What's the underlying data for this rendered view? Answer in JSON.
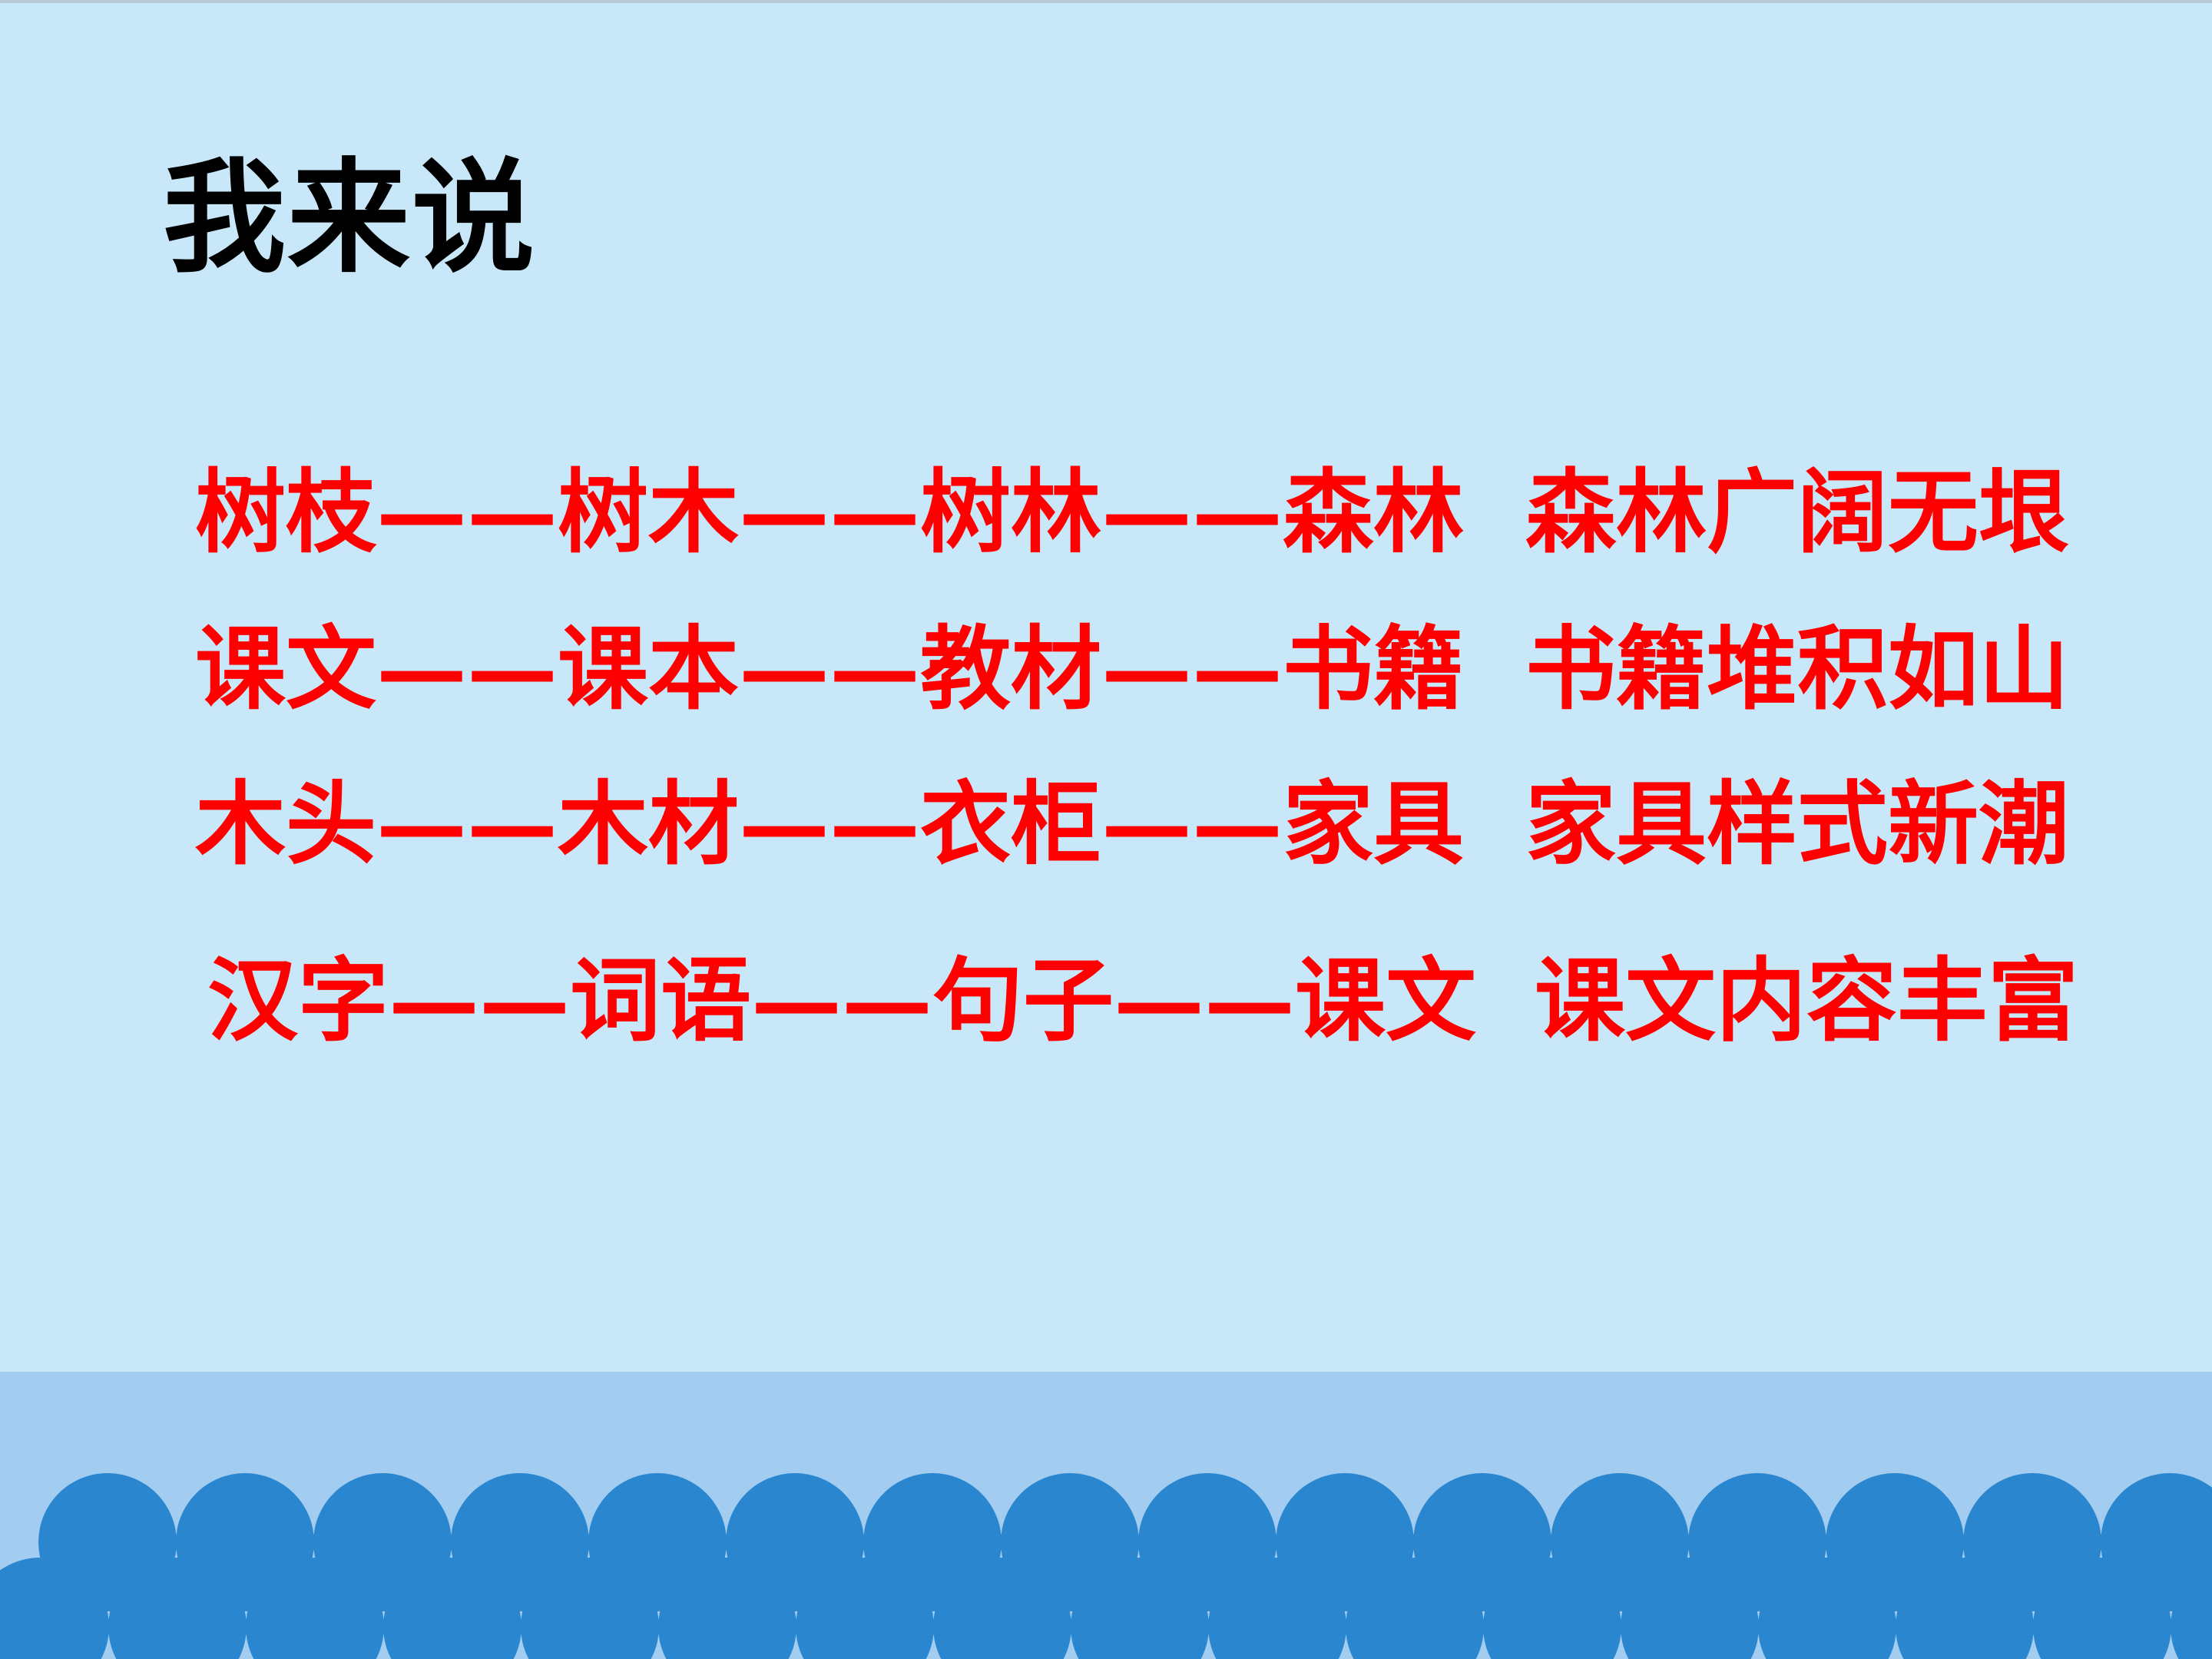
{
  "slide": {
    "title": "我来说",
    "text_color": "#ff0000",
    "title_color": "#000000",
    "background_color": "#c8e7f8",
    "footer_color": "#a2cdf0",
    "wave_color": "#2a86cf",
    "rows": [
      {
        "chain": "树枝——树木——树林——森林",
        "sentence": "森林广阔无垠"
      },
      {
        "chain": "课文——课本——教材——书籍",
        "sentence": "书籍堆积如山"
      },
      {
        "chain": "木头——木材——衣柜——家具",
        "sentence": "家具样式新潮"
      },
      {
        "chain": "汉字——词语——句子——课文",
        "sentence": "课文内容丰富"
      }
    ]
  }
}
